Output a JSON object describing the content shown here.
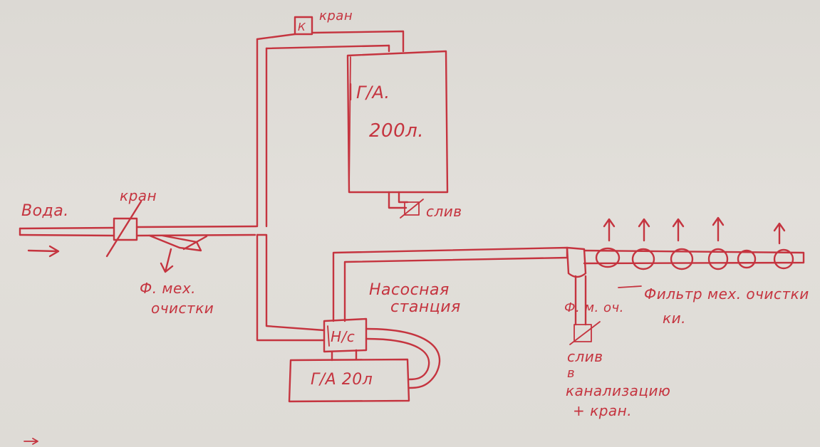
{
  "labels": {
    "water": "Вода.",
    "valve_inlet": "кран",
    "valve_top_mark": "К",
    "valve_top": "кран",
    "boiler_name": "Г/А.",
    "boiler_volume": "200л.",
    "drain_boiler": "слив",
    "filter_coarse_line1": "Ф. мех.",
    "filter_coarse_line2": "очистки",
    "pump_station_line1": "Насосная",
    "pump_station_line2": "станция",
    "pump_mark": "Н/с",
    "accumulator": "Г/А 20л",
    "filter_mark": "Ф. м. оч.",
    "filter_fine_line1": "Фильтр мех. очистки",
    "filter_fine_line2": "ки.",
    "drain_sewer_line1": "слив",
    "drain_sewer_line2": "в",
    "drain_sewer_line3": "канализацию",
    "drain_sewer_line4": "+ кран."
  },
  "colors": {
    "ink": "#c5343f",
    "paper": "#e0ddd8"
  }
}
